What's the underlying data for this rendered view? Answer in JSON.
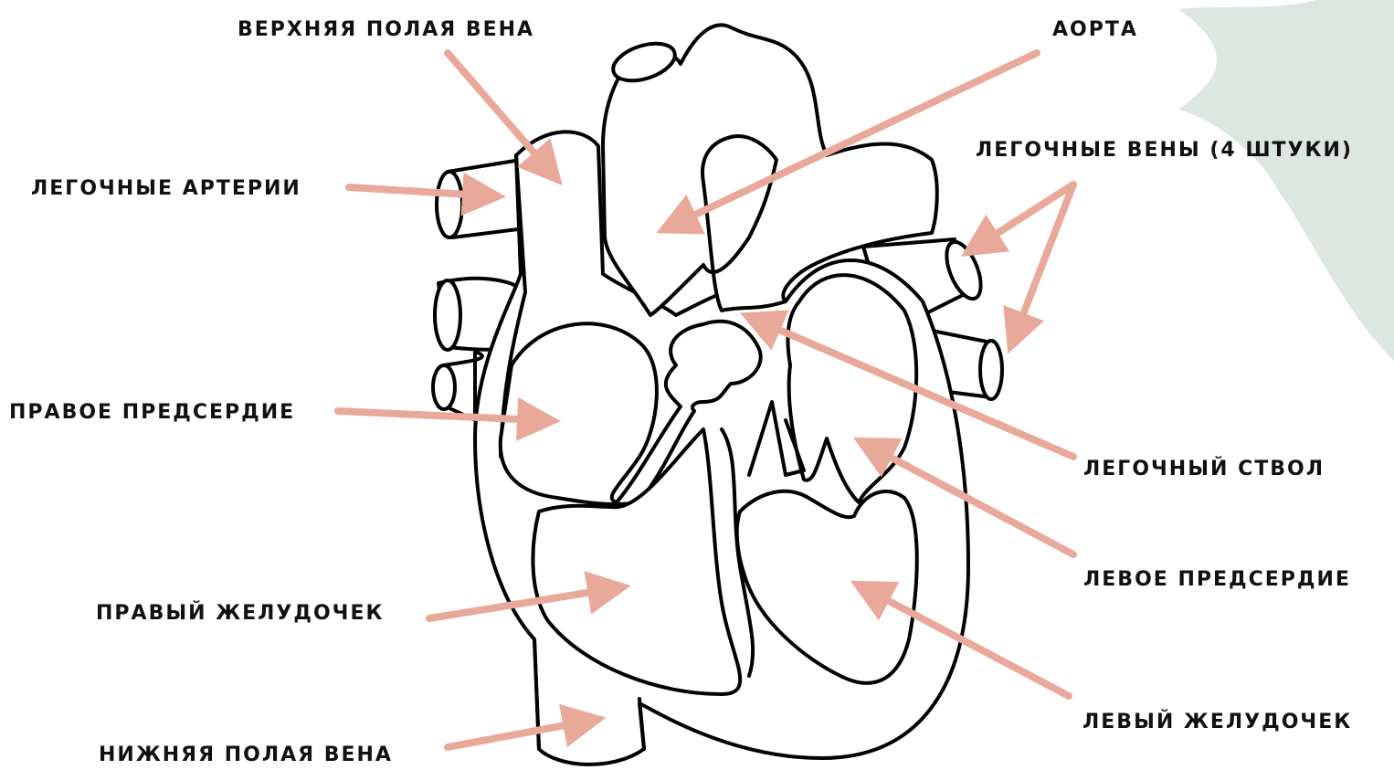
{
  "colors": {
    "arrow": "#e8a99a",
    "leaf": "#dbe7e0",
    "outline": "#000000",
    "text": "#111111"
  },
  "labels": {
    "superior_vena_cava": "ВЕРХНЯЯ ПОЛАЯ ВЕНА",
    "aorta": "АОРТА",
    "pulmonary_arteries": "ЛЕГОЧНЫЕ АРТЕРИИ",
    "pulmonary_veins": "ЛЕГОЧНЫЕ ВЕНЫ (4 ШТУКИ)",
    "right_atrium": "ПРАВОЕ ПРЕДСЕРДИЕ",
    "pulmonary_trunk": "ЛЕГОЧНЫЙ СТВОЛ",
    "left_atrium": "ЛЕВОЕ ПРЕДСЕРДИЕ",
    "right_ventricle": "ПРАВЫЙ ЖЕЛУДОЧЕК",
    "left_ventricle": "ЛЕВЫЙ ЖЕЛУДОЧЕК",
    "inferior_vena_cava": "НИЖНЯЯ ПОЛАЯ ВЕНА"
  }
}
